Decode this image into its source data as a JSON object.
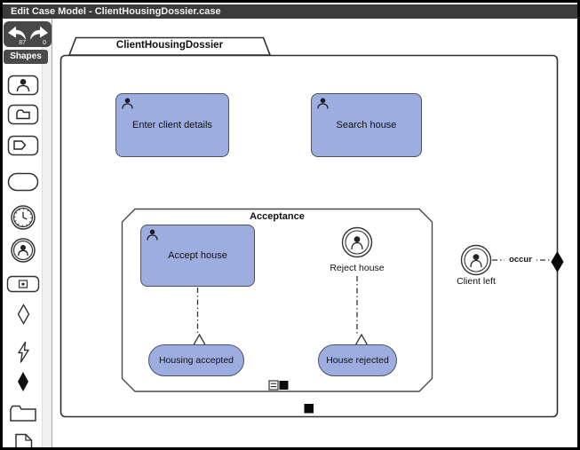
{
  "window": {
    "title": "Edit Case Model - ClientHousingDossier.case"
  },
  "toolbar": {
    "undo_count": "87",
    "redo_count": "0"
  },
  "palette": {
    "header": "Shapes",
    "items": [
      {
        "icon": "human-task-icon"
      },
      {
        "icon": "case-task-icon"
      },
      {
        "icon": "process-task-icon"
      },
      {
        "icon": "task-icon"
      },
      {
        "icon": "timer-event-icon"
      },
      {
        "icon": "user-event-icon"
      },
      {
        "icon": "plan-fragment-icon"
      },
      {
        "icon": "entry-criterion-icon"
      },
      {
        "icon": "event-icon"
      },
      {
        "icon": "exit-criterion-icon"
      },
      {
        "icon": "case-file-folder-icon"
      },
      {
        "icon": "case-file-document-icon"
      }
    ]
  },
  "diagram": {
    "case_plan": {
      "label": "ClientHousingDossier"
    },
    "tasks": [
      {
        "label": "Enter client details"
      },
      {
        "label": "Search house"
      },
      {
        "label": "Accept house"
      }
    ],
    "stage": {
      "label": "Acceptance"
    },
    "events": [
      {
        "label": "Reject house"
      },
      {
        "label": "Client left"
      }
    ],
    "milestones": [
      {
        "label": "Housing accepted"
      },
      {
        "label": "House rejected"
      }
    ],
    "connector": {
      "label": "occur"
    }
  },
  "colors": {
    "titlebar_bg": "#3b3b3b",
    "panel_button_bg": "#484848",
    "task_fill": "#9dade0",
    "task_border": "#4a5264",
    "outline": "#333333"
  }
}
